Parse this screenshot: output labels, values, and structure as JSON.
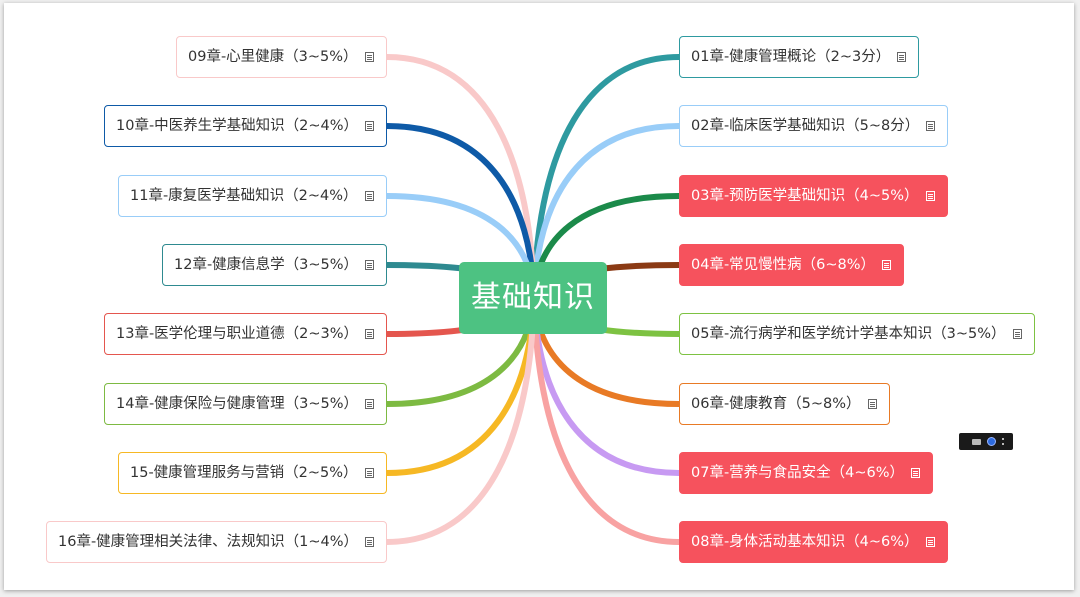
{
  "center": {
    "label": "基础知识",
    "color": "#4dc282"
  },
  "colors": {
    "highlight": "#f6525d"
  },
  "topics": [
    {
      "label": "01章-健康管理概论（2~3分）",
      "color": "#2e9aa0",
      "highlight": false
    },
    {
      "label": "02章-临床医学基础知识（5~8分）",
      "color": "#99cdf8",
      "highlight": false
    },
    {
      "label": "03章-预防医学基础知识（4~5%）",
      "color": "#1b8a4a",
      "highlight": true
    },
    {
      "label": "04章-常见慢性病（6~8%）",
      "color": "#8b3a14",
      "highlight": true
    },
    {
      "label": "05章-流行病学和医学统计学基本知识（3~5%）",
      "color": "#7dc242",
      "highlight": false
    },
    {
      "label": "06章-健康教育（5~8%）",
      "color": "#e87a25",
      "highlight": false
    },
    {
      "label": "07章-营养与食品安全（4~6%）",
      "color": "#c79af2",
      "highlight": true
    },
    {
      "label": "08章-身体活动基本知识（4~6%）",
      "color": "#f8a2a2",
      "highlight": true
    },
    {
      "label": "09章-心里健康（3~5%）",
      "color": "#f9c9c9",
      "highlight": false
    },
    {
      "label": "10章-中医养生学基础知识（2~4%）",
      "color": "#0e5aa7",
      "highlight": false
    },
    {
      "label": "11章-康复医学基础知识（2~4%）",
      "color": "#99cdf8",
      "highlight": false
    },
    {
      "label": "12章-健康信息学（3~5%）",
      "color": "#2e8a90",
      "highlight": false
    },
    {
      "label": "13章-医学伦理与职业道德（2~3%）",
      "color": "#e4564e",
      "highlight": false
    },
    {
      "label": "14章-健康保险与健康管理（3~5%）",
      "color": "#7dba42",
      "highlight": false
    },
    {
      "label": "15-健康管理服务与营销（2~5%）",
      "color": "#f6b824",
      "highlight": false
    },
    {
      "label": "16章-健康管理相关法律、法规知识（1~4%）",
      "color": "#f9c9c9",
      "highlight": false
    }
  ]
}
